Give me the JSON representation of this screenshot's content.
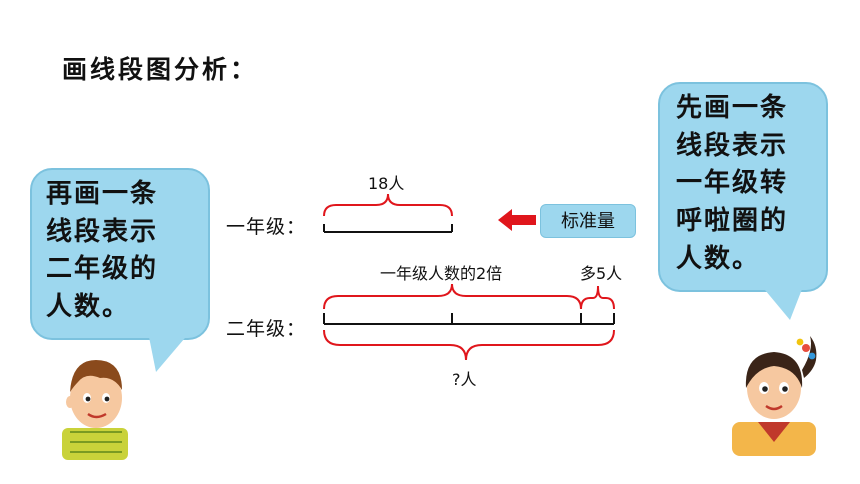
{
  "title": "画线段图分析：",
  "left_bubble": {
    "lines": [
      "再画一条",
      "线段表示",
      "二年级的",
      "人数。"
    ]
  },
  "right_bubble": {
    "lines": [
      "先画一条",
      "线段表示",
      "一年级转",
      "呼啦圈的",
      "人数。"
    ]
  },
  "diagram": {
    "grade1_label": "一年级：",
    "grade2_label": "二年级：",
    "grade1_value": "18人",
    "double_label": "一年级人数的2倍",
    "more_label": "多5人",
    "unknown_label": "?人",
    "standard_label": "标准量"
  },
  "colors": {
    "bubble": "#9dd7ee",
    "arrow": "#e0161c",
    "brace": "#e0161c"
  }
}
